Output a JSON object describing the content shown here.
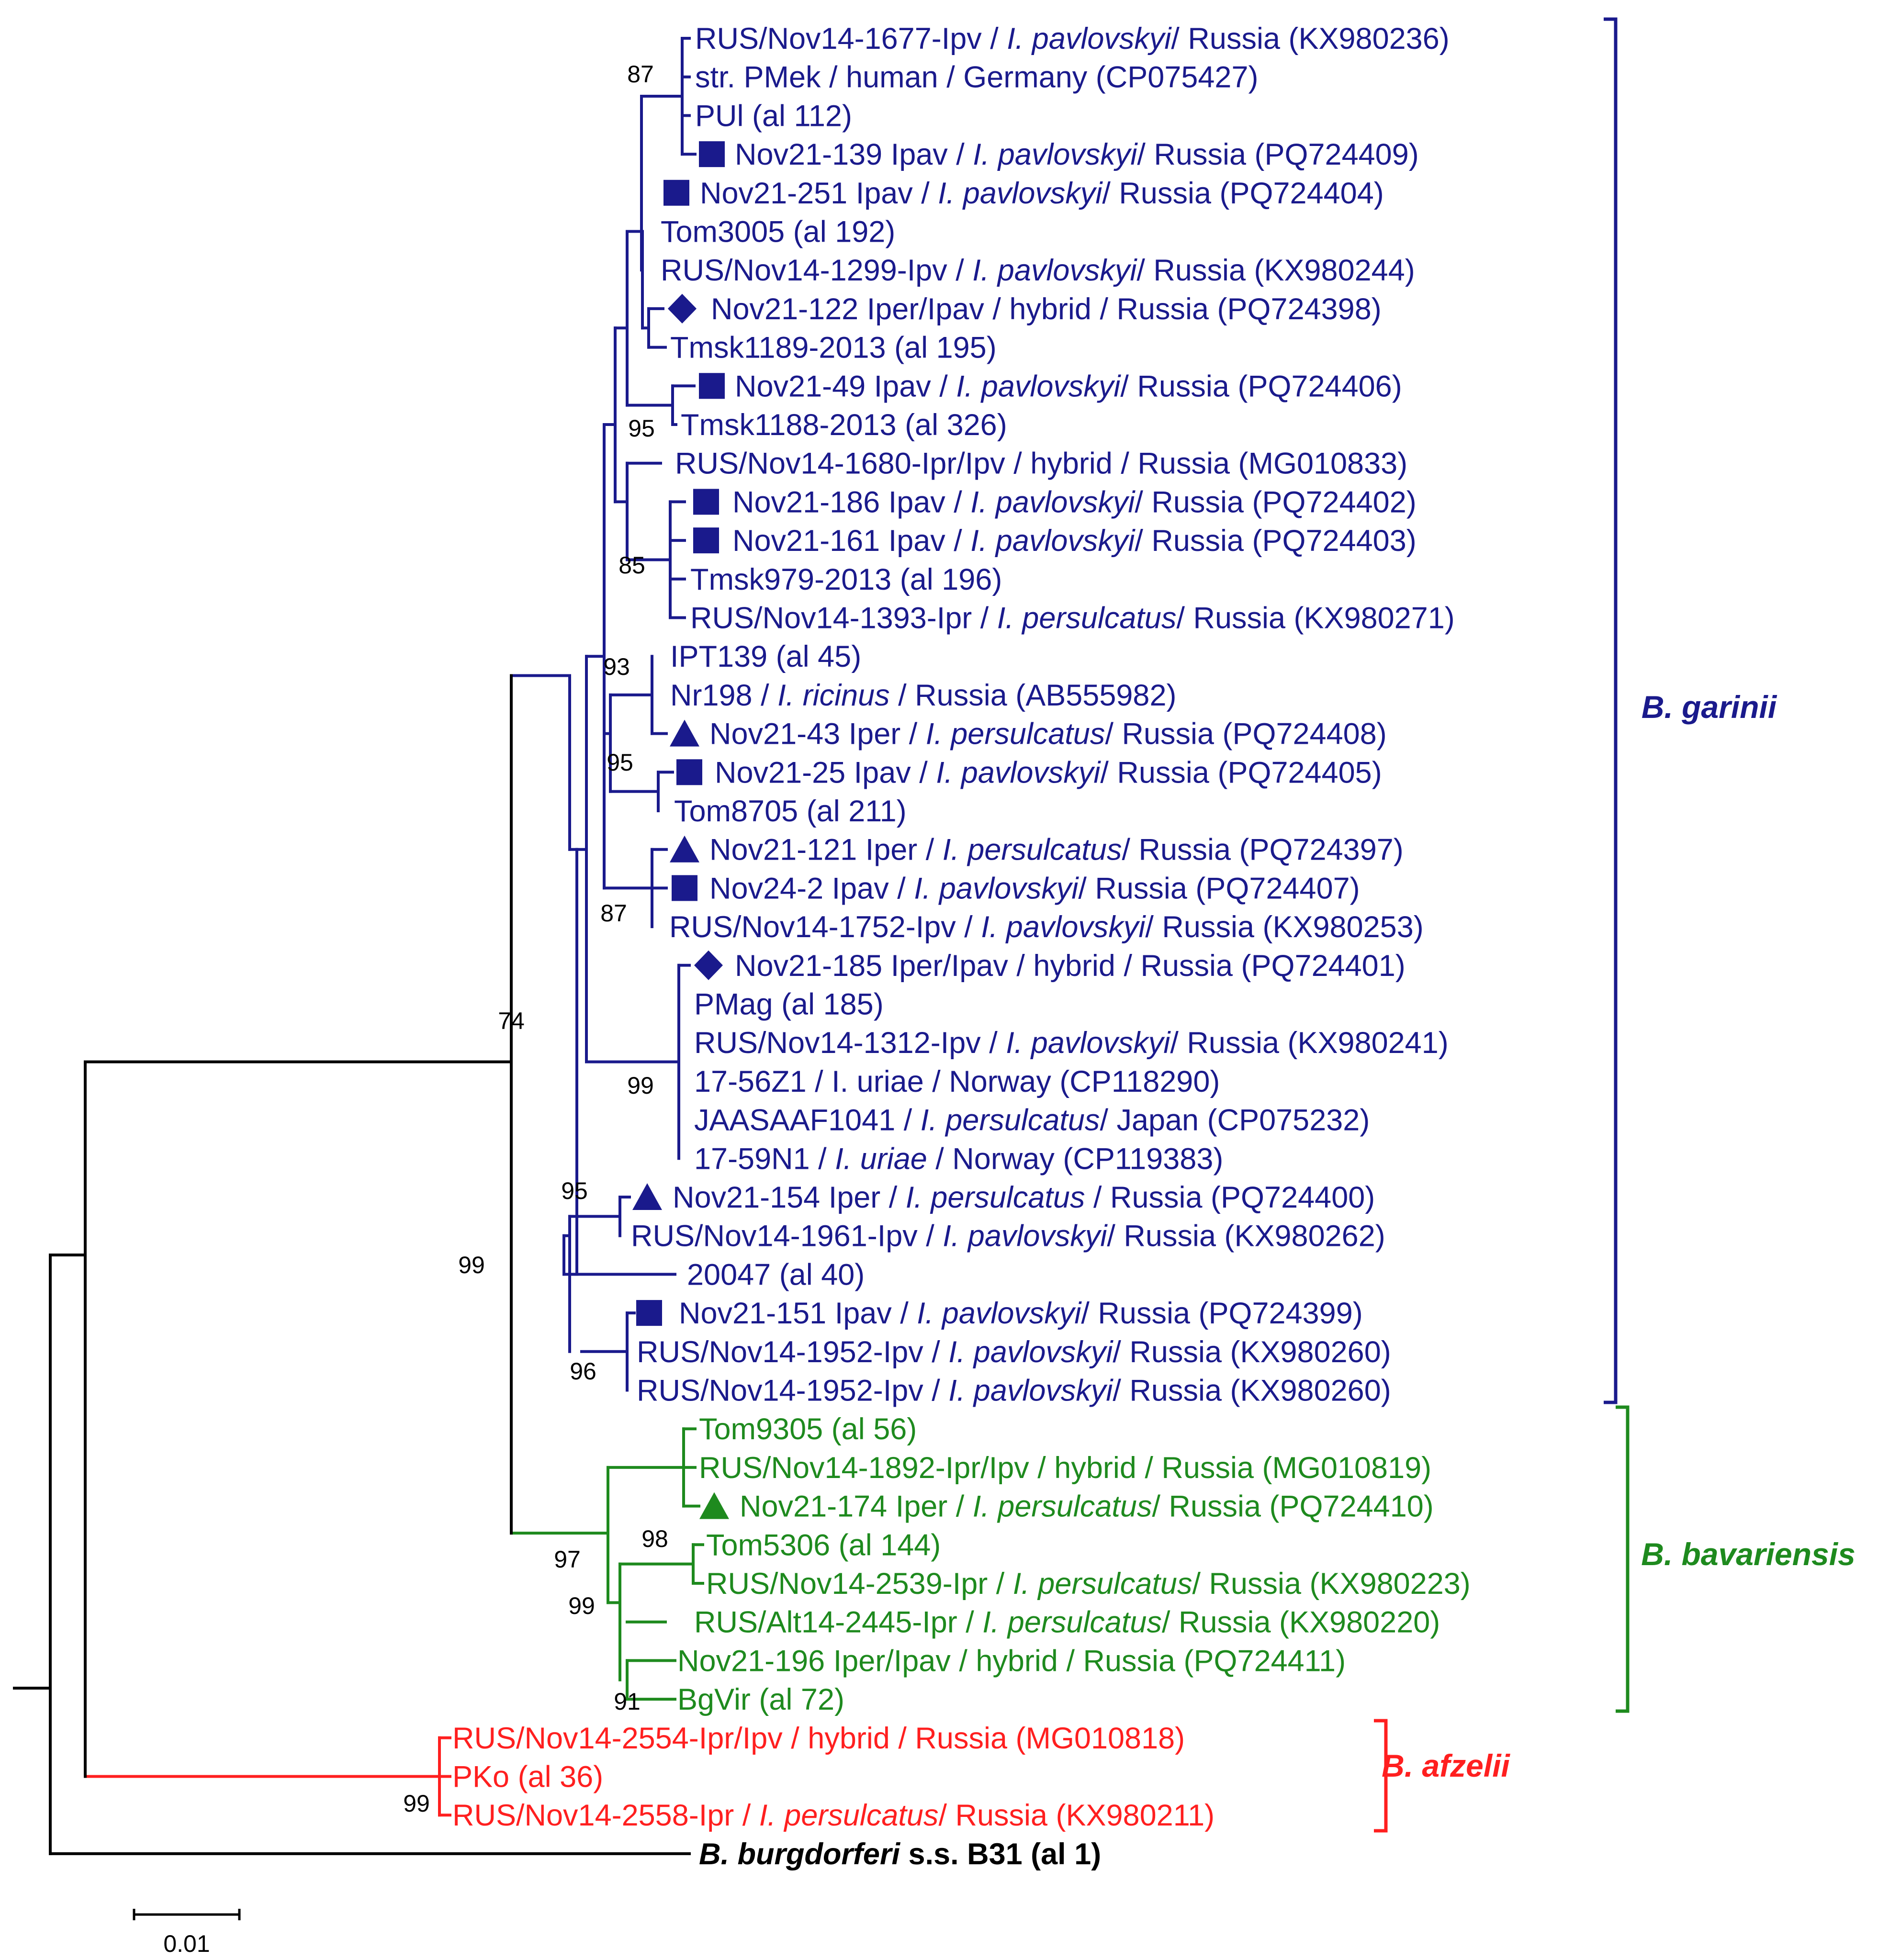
{
  "colors": {
    "garinii": "#1a1a8c",
    "bavariensis": "#1e8a1e",
    "afzelii": "#ff1f1f",
    "outgroup": "#000000"
  },
  "leaves": [
    {
      "segs": [
        {
          "t": "RUS/Nov14-1677-Ipv / "
        },
        {
          "t": "I. pavlovskyi",
          "i": 1
        },
        {
          "t": "/ Russia (KX980236)"
        }
      ]
    },
    {
      "segs": [
        {
          "t": "str. PMek / human / Germany (CP075427)"
        }
      ]
    },
    {
      "segs": [
        {
          "t": "PUl (al 112)"
        }
      ]
    },
    {
      "marker": "square-icon",
      "segs": [
        {
          "t": "Nov21-139 Ipav / "
        },
        {
          "t": "I. pavlovskyi",
          "i": 1
        },
        {
          "t": "/ Russia (PQ724409)"
        }
      ]
    },
    {
      "marker": "square-icon",
      "segs": [
        {
          "t": "Nov21-251 Ipav / "
        },
        {
          "t": "I. pavlovskyi",
          "i": 1
        },
        {
          "t": "/ Russia (PQ724404)"
        }
      ]
    },
    {
      "segs": [
        {
          "t": "Tom3005 (al 192)"
        }
      ]
    },
    {
      "segs": [
        {
          "t": "RUS/Nov14-1299-Ipv / "
        },
        {
          "t": "I. pavlovskyi",
          "i": 1
        },
        {
          "t": "/ Russia (KX980244)"
        }
      ]
    },
    {
      "marker": "diamond-icon",
      "segs": [
        {
          "t": "Nov21-122 Iper/Ipav  / hybrid / Russia  (PQ724398)"
        }
      ]
    },
    {
      "segs": [
        {
          "t": "Tmsk1189-2013 (al 195)"
        }
      ]
    },
    {
      "marker": "square-icon",
      "segs": [
        {
          "t": "Nov21-49 Ipav / "
        },
        {
          "t": "I. pavlovskyi",
          "i": 1
        },
        {
          "t": "/ Russia (PQ724406)"
        }
      ]
    },
    {
      "segs": [
        {
          "t": "Tmsk1188-2013 (al 326)"
        }
      ]
    },
    {
      "segs": [
        {
          "t": "RUS/Nov14-1680-Ipr/Ipv  / hybrid / Russia (MG010833)"
        }
      ]
    },
    {
      "marker": "square-icon",
      "segs": [
        {
          "t": "Nov21-186 Ipav / "
        },
        {
          "t": "I. pavlovskyi",
          "i": 1
        },
        {
          "t": "/ Russia (PQ724402)"
        }
      ]
    },
    {
      "marker": "square-icon",
      "segs": [
        {
          "t": "Nov21-161 Ipav / "
        },
        {
          "t": "I. pavlovskyi",
          "i": 1
        },
        {
          "t": "/ Russia (PQ724403)"
        }
      ]
    },
    {
      "segs": [
        {
          "t": "Tmsk979-2013 (al 196)"
        }
      ]
    },
    {
      "segs": [
        {
          "t": "RUS/Nov14-1393-Ipr / "
        },
        {
          "t": "I. persulcatus",
          "i": 1
        },
        {
          "t": "/ Russia (KX980271)"
        }
      ]
    },
    {
      "segs": [
        {
          "t": "IPT139 (al 45)"
        }
      ]
    },
    {
      "segs": [
        {
          "t": "Nr198 / "
        },
        {
          "t": "I. ricinus",
          "i": 1
        },
        {
          "t": " / Russia (AB555982)"
        }
      ]
    },
    {
      "marker": "triangle-icon",
      "segs": [
        {
          "t": "Nov21-43 Iper / "
        },
        {
          "t": "I. persulcatus",
          "i": 1
        },
        {
          "t": "/ Russia (PQ724408)"
        }
      ]
    },
    {
      "marker": "square-icon",
      "segs": [
        {
          "t": "Nov21-25 Ipav / "
        },
        {
          "t": "I. pavlovskyi",
          "i": 1
        },
        {
          "t": "/ Russia (PQ724405)"
        }
      ]
    },
    {
      "segs": [
        {
          "t": "Tom8705 (al 211)"
        }
      ]
    },
    {
      "marker": "triangle-icon",
      "segs": [
        {
          "t": "Nov21-121 Iper / "
        },
        {
          "t": "I. persulcatus",
          "i": 1
        },
        {
          "t": "/ Russia (PQ724397)"
        }
      ]
    },
    {
      "marker": "square-icon",
      "segs": [
        {
          "t": "Nov24-2 Ipav / "
        },
        {
          "t": "I. pavlovskyi",
          "i": 1
        },
        {
          "t": "/ Russia (PQ724407)"
        }
      ]
    },
    {
      "segs": [
        {
          "t": "RUS/Nov14-1752-Ipv / "
        },
        {
          "t": "I. pavlovskyi",
          "i": 1
        },
        {
          "t": "/ Russia (KX980253)"
        }
      ]
    },
    {
      "marker": "diamond-icon",
      "segs": [
        {
          "t": "Nov21-185 Iper/Ipav / hybrid / Russia (PQ724401)"
        }
      ]
    },
    {
      "segs": [
        {
          "t": "PMag (al 185)"
        }
      ]
    },
    {
      "segs": [
        {
          "t": "RUS/Nov14-1312-Ipv / "
        },
        {
          "t": "I. pavlovskyi",
          "i": 1
        },
        {
          "t": "/ Russia (KX980241)"
        }
      ]
    },
    {
      "segs": [
        {
          "t": "17-56Z1 / I. uriae / Norway (CP118290)"
        }
      ]
    },
    {
      "segs": [
        {
          "t": "JAASAAF1041 / "
        },
        {
          "t": "I. persulcatus",
          "i": 1
        },
        {
          "t": "/ Japan (CP075232)"
        }
      ]
    },
    {
      "segs": [
        {
          "t": "17-59N1  / "
        },
        {
          "t": "I. uriae",
          "i": 1
        },
        {
          "t": " / Norway (CP119383)"
        }
      ]
    },
    {
      "marker": "triangle-icon",
      "segs": [
        {
          "t": "Nov21-154 Iper / "
        },
        {
          "t": "I. persulcatus",
          "i": 1
        },
        {
          "t": " / Russia (PQ724400)"
        }
      ]
    },
    {
      "segs": [
        {
          "t": "RUS/Nov14-1961-Ipv / "
        },
        {
          "t": "I. pavlovskyi",
          "i": 1
        },
        {
          "t": "/ Russia (KX980262)"
        }
      ]
    },
    {
      "segs": [
        {
          "t": "20047 (al 40)"
        }
      ]
    },
    {
      "marker": "square-icon",
      "segs": [
        {
          "t": "Nov21-151 Ipav / "
        },
        {
          "t": "I. pavlovskyi",
          "i": 1
        },
        {
          "t": "/ Russia (PQ724399)"
        }
      ]
    },
    {
      "segs": [
        {
          "t": "RUS/Nov14-1952-Ipv / "
        },
        {
          "t": "I. pavlovskyi",
          "i": 1
        },
        {
          "t": "/ Russia (KX980260)"
        }
      ]
    },
    {
      "segs": [
        {
          "t": "RUS/Nov14-1952-Ipv / "
        },
        {
          "t": "I. pavlovskyi",
          "i": 1
        },
        {
          "t": "/ Russia (KX980260)"
        }
      ]
    },
    {
      "segs": [
        {
          "t": "Tom9305 (al 56)"
        }
      ]
    },
    {
      "segs": [
        {
          "t": "RUS/Nov14-1892-Ipr/Ipv  / hybrid / Russia (MG010819)"
        }
      ]
    },
    {
      "marker": "triangle-icon",
      "segs": [
        {
          "t": "Nov21-174 Iper / "
        },
        {
          "t": "I. persulcatus",
          "i": 1
        },
        {
          "t": "/ Russia (PQ724410)"
        }
      ]
    },
    {
      "segs": [
        {
          "t": "Tom5306 (al 144)"
        }
      ]
    },
    {
      "segs": [
        {
          "t": "RUS/Nov14-2539-Ipr / "
        },
        {
          "t": "I. persulcatus",
          "i": 1
        },
        {
          "t": "/ Russia (KX980223)"
        }
      ]
    },
    {
      "segs": [
        {
          "t": "RUS/Alt14-2445-Ipr / "
        },
        {
          "t": "I. persulcatus",
          "i": 1
        },
        {
          "t": "/ Russia (KX980220)"
        }
      ]
    },
    {
      "segs": [
        {
          "t": "Nov21-196 Iper/Ipav  /  hybrid / Russia  (PQ724411)"
        }
      ]
    },
    {
      "segs": [
        {
          "t": "BgVir (al 72)"
        }
      ]
    },
    {
      "segs": [
        {
          "t": "RUS/Nov14-2554-Ipr/Ipv  / hybrid / Russia (MG010818)"
        }
      ]
    },
    {
      "segs": [
        {
          "t": "PKo (al 36)"
        }
      ]
    },
    {
      "segs": [
        {
          "t": "RUS/Nov14-2558-Ipr / "
        },
        {
          "t": "I. persulcatus",
          "i": 1
        },
        {
          "t": "/ Russia (KX980211)"
        }
      ]
    },
    {
      "segs": [
        {
          "t": "B. burgdorferi",
          "i": 1
        },
        {
          "t": " s.s. B31 (al 1)"
        }
      ]
    }
  ],
  "bootstrap": [
    "87",
    "95",
    "85",
    "93",
    "95",
    "87",
    "99",
    "95",
    "96",
    "74",
    "99",
    "98",
    "91",
    "97",
    "99",
    "99"
  ],
  "clades": [
    {
      "name": "B. garinii"
    },
    {
      "name": "B. bavariensis"
    },
    {
      "name": "B. afzelii"
    }
  ],
  "scale_bar": {
    "label": "0.01"
  }
}
